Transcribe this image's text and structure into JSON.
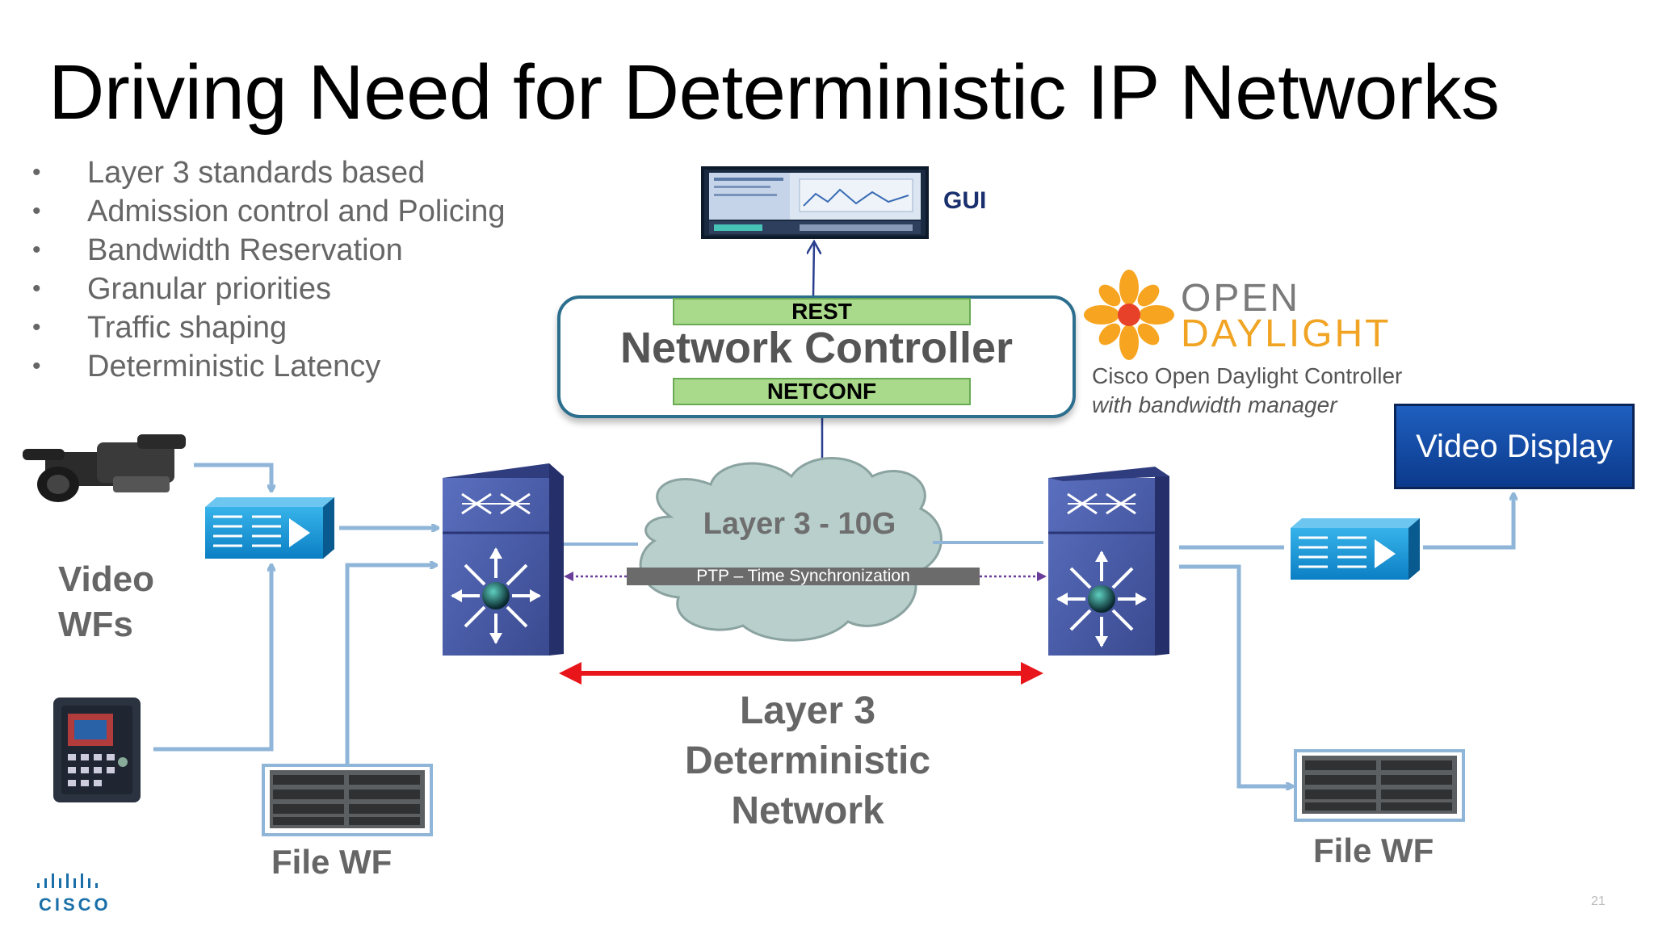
{
  "title": "Driving Need for Deterministic IP Networks",
  "bullets": [
    "Layer 3 standards based",
    "Admission control and Policing",
    "Bandwidth Reservation",
    "Granular priorities",
    "Traffic shaping",
    "Deterministic Latency"
  ],
  "bullet_symbol": "•",
  "gui_label": "GUI",
  "controller": {
    "top_protocol": "REST",
    "name": "Network Controller",
    "bottom_protocol": "NETCONF"
  },
  "opendaylight": {
    "logo_line1": "OPEN",
    "logo_line2": "DAYLIGHT",
    "caption": "Cisco Open Daylight Controller",
    "caption_sub": "with bandwidth manager"
  },
  "video_display": "Video Display",
  "cloud": {
    "label": "Layer 3 - 10G",
    "ptp": "PTP – Time Synchronization"
  },
  "labels": {
    "video_wfs_line1": "Video",
    "video_wfs_line2": "WFs",
    "file_wf_left": "File WF",
    "file_wf_right": "File WF",
    "l3_line1": "Layer 3",
    "l3_line2": "Deterministic",
    "l3_line3": "Network"
  },
  "page_number": "21",
  "brand": "CISCO",
  "colors": {
    "link_blue": "#8fb5d8",
    "arrow_red": "#e8161b",
    "ptp_purple": "#6a3d9a",
    "switch_blue": "#4b5ea8",
    "router_blue": "#1b9bd8"
  },
  "icons": [
    "video-camera-icon",
    "media-device-icon",
    "storage-array-icon",
    "router-icon",
    "core-switch-icon",
    "monitor-icon",
    "opendaylight-logo-icon",
    "cisco-logo-icon"
  ]
}
